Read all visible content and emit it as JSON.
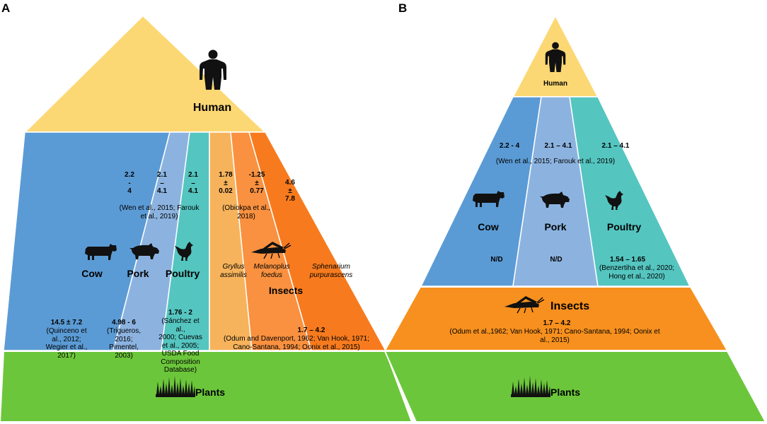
{
  "panels": {
    "a": {
      "label": "A",
      "human": "Human",
      "plants": "Plants",
      "insects": "Insects",
      "cow": {
        "label": "Cow",
        "value_top": "2.2\n-\n4",
        "value_bottom": "14.5 ± 7.2",
        "ref_bottom": "(Quinceno et\nal., 2012;\nWegier et al.,\n2017)"
      },
      "pork": {
        "label": "Pork",
        "value_top": "2.1\n–\n4.1",
        "value_bottom": "4.98 - 6",
        "ref_bottom": "(Trigueros,\n2016;\nPimentel,\n2003)"
      },
      "poultry": {
        "label": "Poultry",
        "value_top": "2.1\n–\n4.1",
        "value_bottom": "1.76 - 2",
        "ref_bottom": "(Sánchez et\nal.,\n2000; Cuevas\net al., 2005;\nUSDA Food\nComposition\nDatabase)"
      },
      "livestock_ref": "(Wen et al., 2015; Farouk\net al., 2019)",
      "gryllus": {
        "name": "Gryllus\nassimilis",
        "value": "1.78\n±\n0.02"
      },
      "melanoplus": {
        "name": "Melanoplus\nfoedus",
        "value": "-1.25\n±\n0.77"
      },
      "sphenarium": {
        "name": "Sphenarium\npurpurascens",
        "value": "4.6\n±\n7.8"
      },
      "insect_ref_top": "(Obiokpa et al.,\n2018)",
      "insect_value_bottom": "1.7 – 4.2",
      "insect_ref_bottom": "(Odum and Davenport, 1962; Van Hook, 1971;\nCano-Santana, 1994; Oonix et al., 2015)"
    },
    "b": {
      "label": "B",
      "human": "Human",
      "plants": "Plants",
      "insects": "Insects",
      "cow": {
        "label": "Cow",
        "value_top": "2.2 - 4",
        "value_bottom": "N/D"
      },
      "pork": {
        "label": "Pork",
        "value_top": "2.1 – 4.1",
        "value_bottom": "N/D"
      },
      "poultry": {
        "label": "Poultry",
        "value_top": "2.1 – 4.1",
        "value_bottom": "1.54 – 1.65",
        "ref_bottom": "(Benzertiha et al., 2020;\nHong et al., 2020)"
      },
      "livestock_ref": "(Wen et al., 2015; Farouk et al., 2019)",
      "insect_value": "1.7 – 4.2",
      "insect_ref": "(Odum et al.,1962; Van Hook, 1971; Cano-Santana, 1994; Oonix et\nal., 2015)"
    }
  },
  "colors": {
    "human": "#fcd874",
    "cow": "#5b9bd5",
    "pork": "#8cb3e0",
    "poultry": "#55c5c0",
    "gryllus": "#f7b35c",
    "melanoplus": "#f99140",
    "sphenarium": "#f77b1e",
    "insect_band": "#f7901e",
    "plants": "#6cc63b",
    "outline": "#ffffff"
  },
  "icons": [
    "human-silhouette-icon",
    "cow-icon",
    "pig-icon",
    "chicken-icon",
    "grasshopper-icon",
    "grass-icon"
  ]
}
